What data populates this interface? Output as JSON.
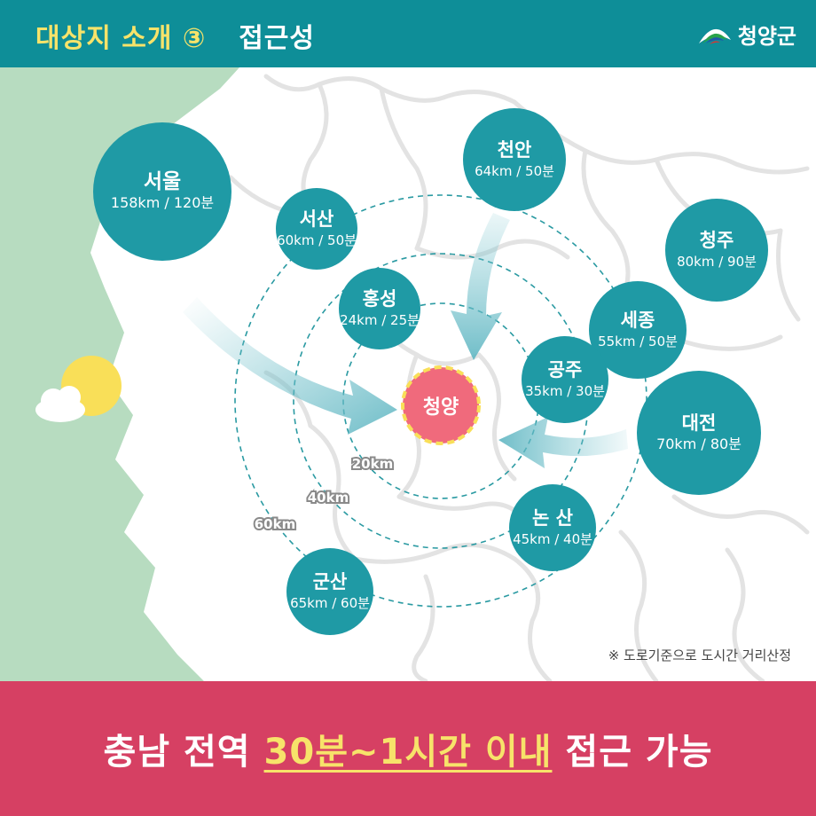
{
  "header": {
    "title_main": "대상지 소개 ③",
    "title_sub": "접근성",
    "logo_text": "청양군"
  },
  "center": {
    "name": "청양"
  },
  "cities": [
    {
      "name": "서울",
      "dist": "158km / 120분"
    },
    {
      "name": "서산",
      "dist": "60km / 50분"
    },
    {
      "name": "천안",
      "dist": "64km / 50분"
    },
    {
      "name": "청주",
      "dist": "80km / 90분"
    },
    {
      "name": "홍성",
      "dist": "24km / 25분"
    },
    {
      "name": "세종",
      "dist": "55km / 50분"
    },
    {
      "name": "공주",
      "dist": "35km / 30분"
    },
    {
      "name": "대전",
      "dist": "70km / 80분"
    },
    {
      "name": "논 산",
      "dist": "45km / 40분"
    },
    {
      "name": "군산",
      "dist": "65km / 60분"
    }
  ],
  "rings": [
    "20km",
    "40km",
    "60km"
  ],
  "footnote": "※ 도로기준으로 도시간 거리산정",
  "bottom": {
    "prefix": "충남 전역 ",
    "highlight": "30분~1시간 이내",
    "suffix": " 접근 가능"
  },
  "colors": {
    "teal": "#0e8e98",
    "city": "#1f9aa5",
    "center": "#f06a7c",
    "land_west": "#b7dcc0",
    "banner": "#d64063",
    "highlight": "#f7e36a"
  }
}
